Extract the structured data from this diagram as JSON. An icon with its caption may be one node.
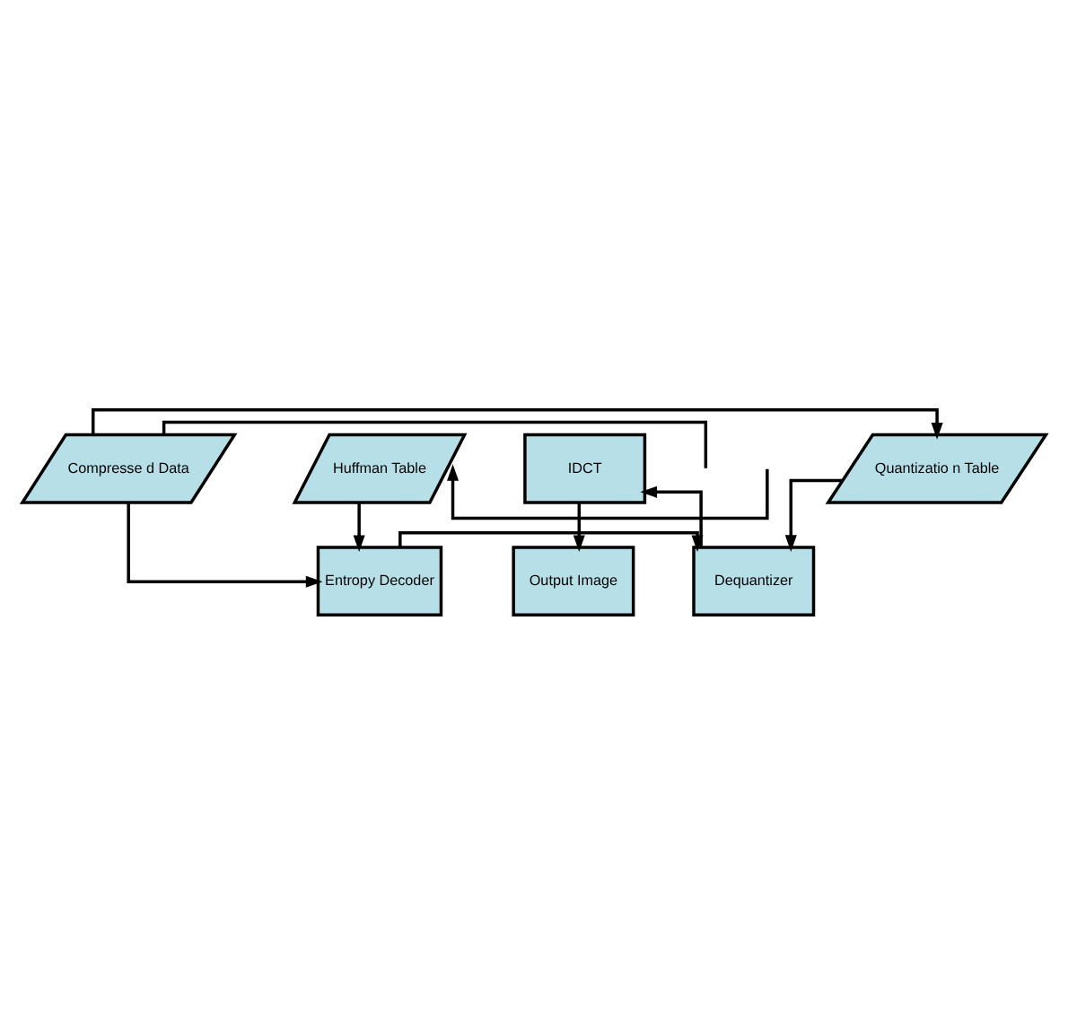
{
  "diagram": {
    "nodes": [
      {
        "text": [
          "Output Image"
        ]
      },
      {
        "text": [
          "IDCT"
        ]
      },
      {
        "text": [
          "Huffman Table"
        ]
      },
      {
        "text": [
          "Dequantizer"
        ]
      },
      {
        "text": [
          "Entropy Decoder"
        ]
      },
      {
        "text": [
          "Quantizatio n Table"
        ]
      },
      {
        "text": [
          "Compresse d Data"
        ]
      }
    ],
    "edges": [
      {
        "from": 1,
        "to": 0,
        "arrow": "to"
      },
      {
        "from": 3,
        "to": 1,
        "arrow": "to"
      },
      {
        "from": null,
        "to": 2,
        "arrow": "to"
      },
      {
        "from": 2,
        "to": 4,
        "arrow": "to"
      },
      {
        "from": 4,
        "to": 3,
        "arrow": "to"
      },
      {
        "from": 5,
        "to": 3,
        "arrow": "to"
      },
      {
        "from": 6,
        "to": 4,
        "arrow": "to"
      },
      {
        "from": 6,
        "to": 5,
        "arrow": "to"
      },
      {
        "from": null,
        "to": 6,
        "arrow": "none"
      }
    ]
  }
}
